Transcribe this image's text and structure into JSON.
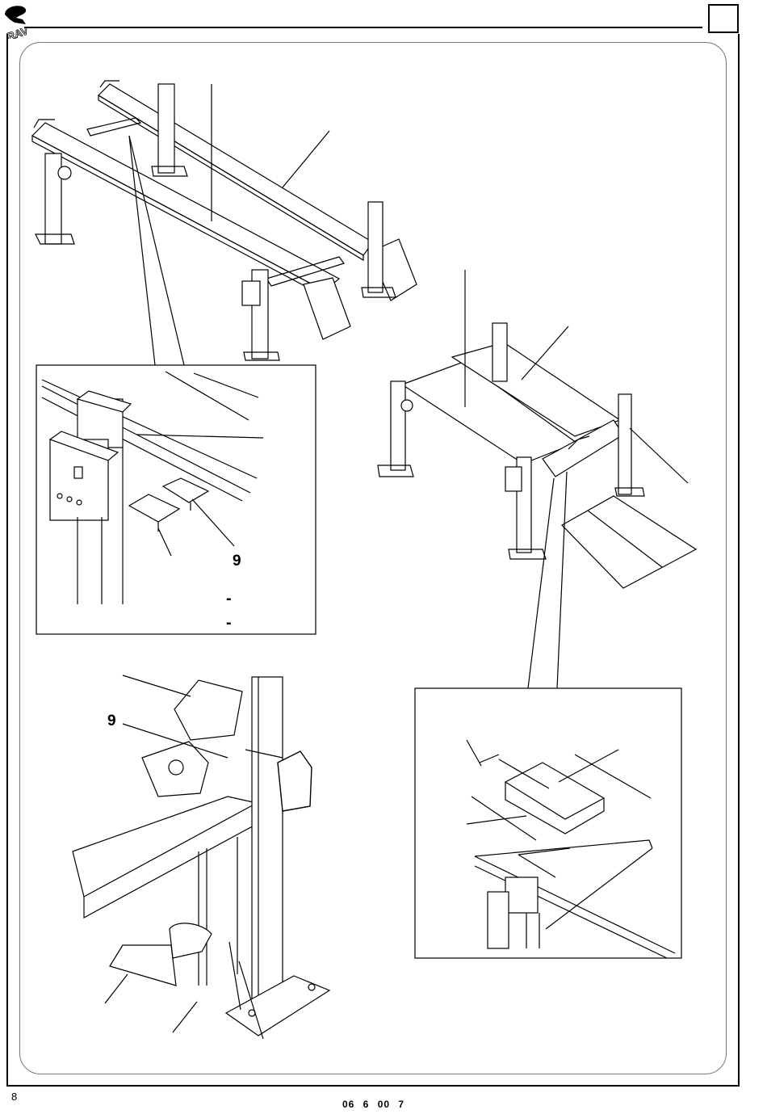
{
  "header": {
    "logo_icon": "brand-logo-icon"
  },
  "callouts": {
    "detail_a_number": "9",
    "detail_b_number": "9",
    "dash_1": "-",
    "dash_2": "-"
  },
  "footer": {
    "page_number": "8",
    "doc_code": "06 6 00 7"
  }
}
